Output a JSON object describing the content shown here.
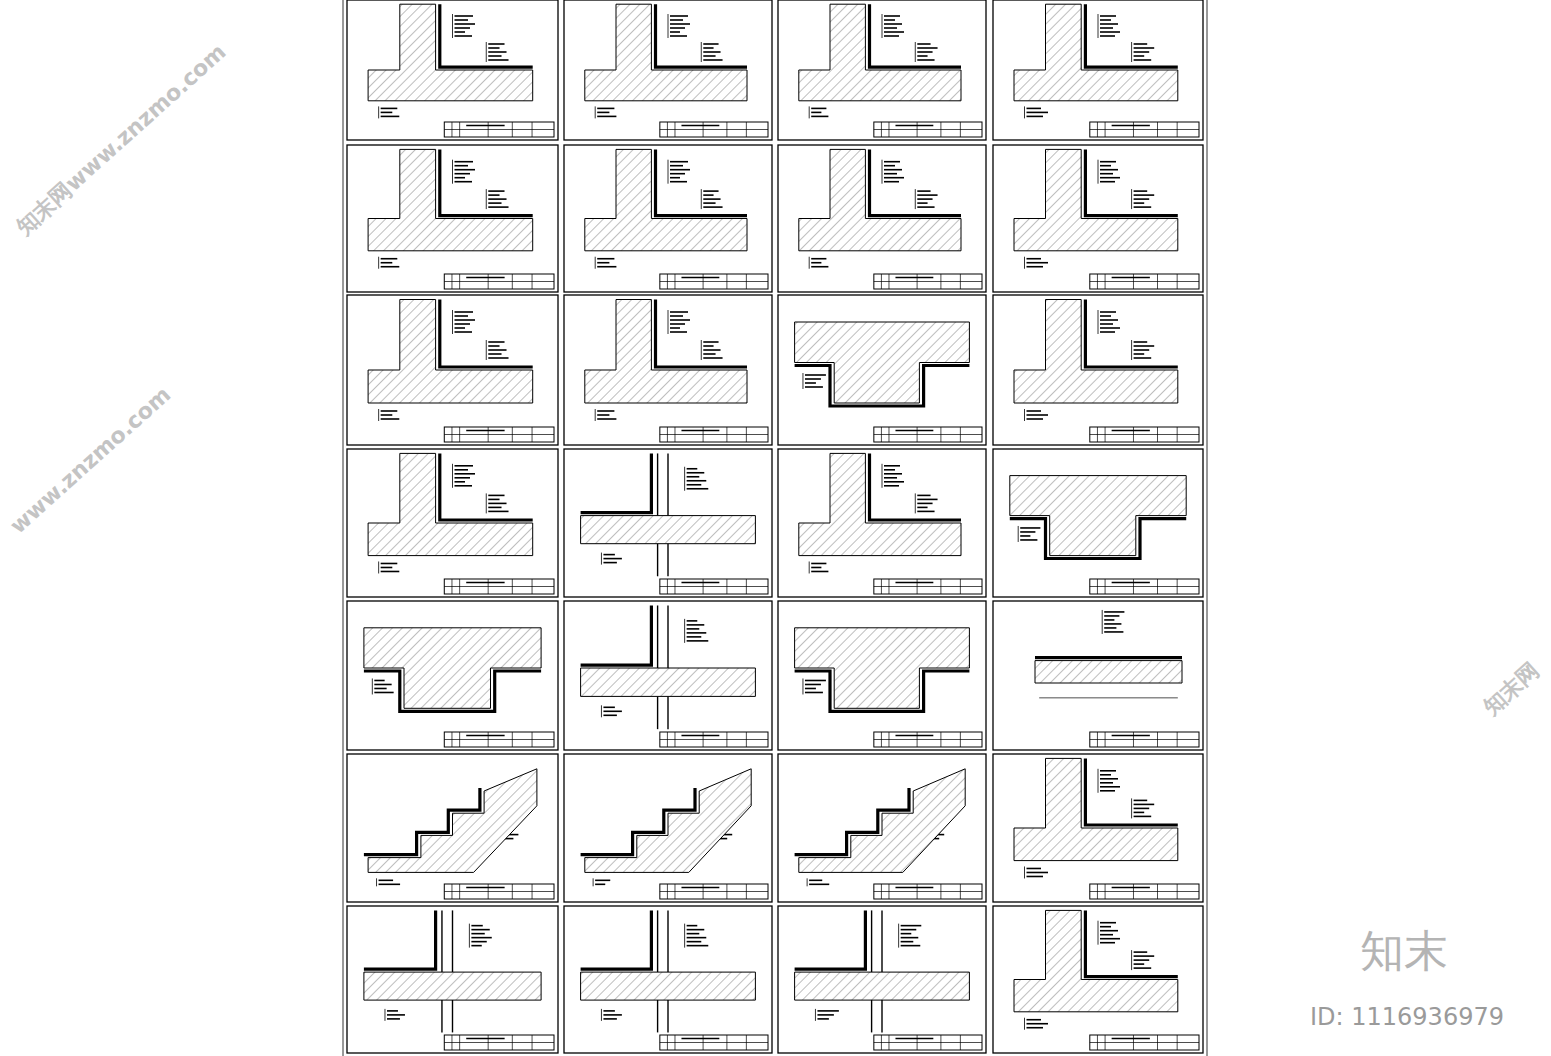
{
  "diagram": {
    "labels": [
      "知末网www.znzmo.com",
      "www.znzmo.com",
      "知末网",
      "知末",
      "ID: 1116936979"
    ]
  }
}
